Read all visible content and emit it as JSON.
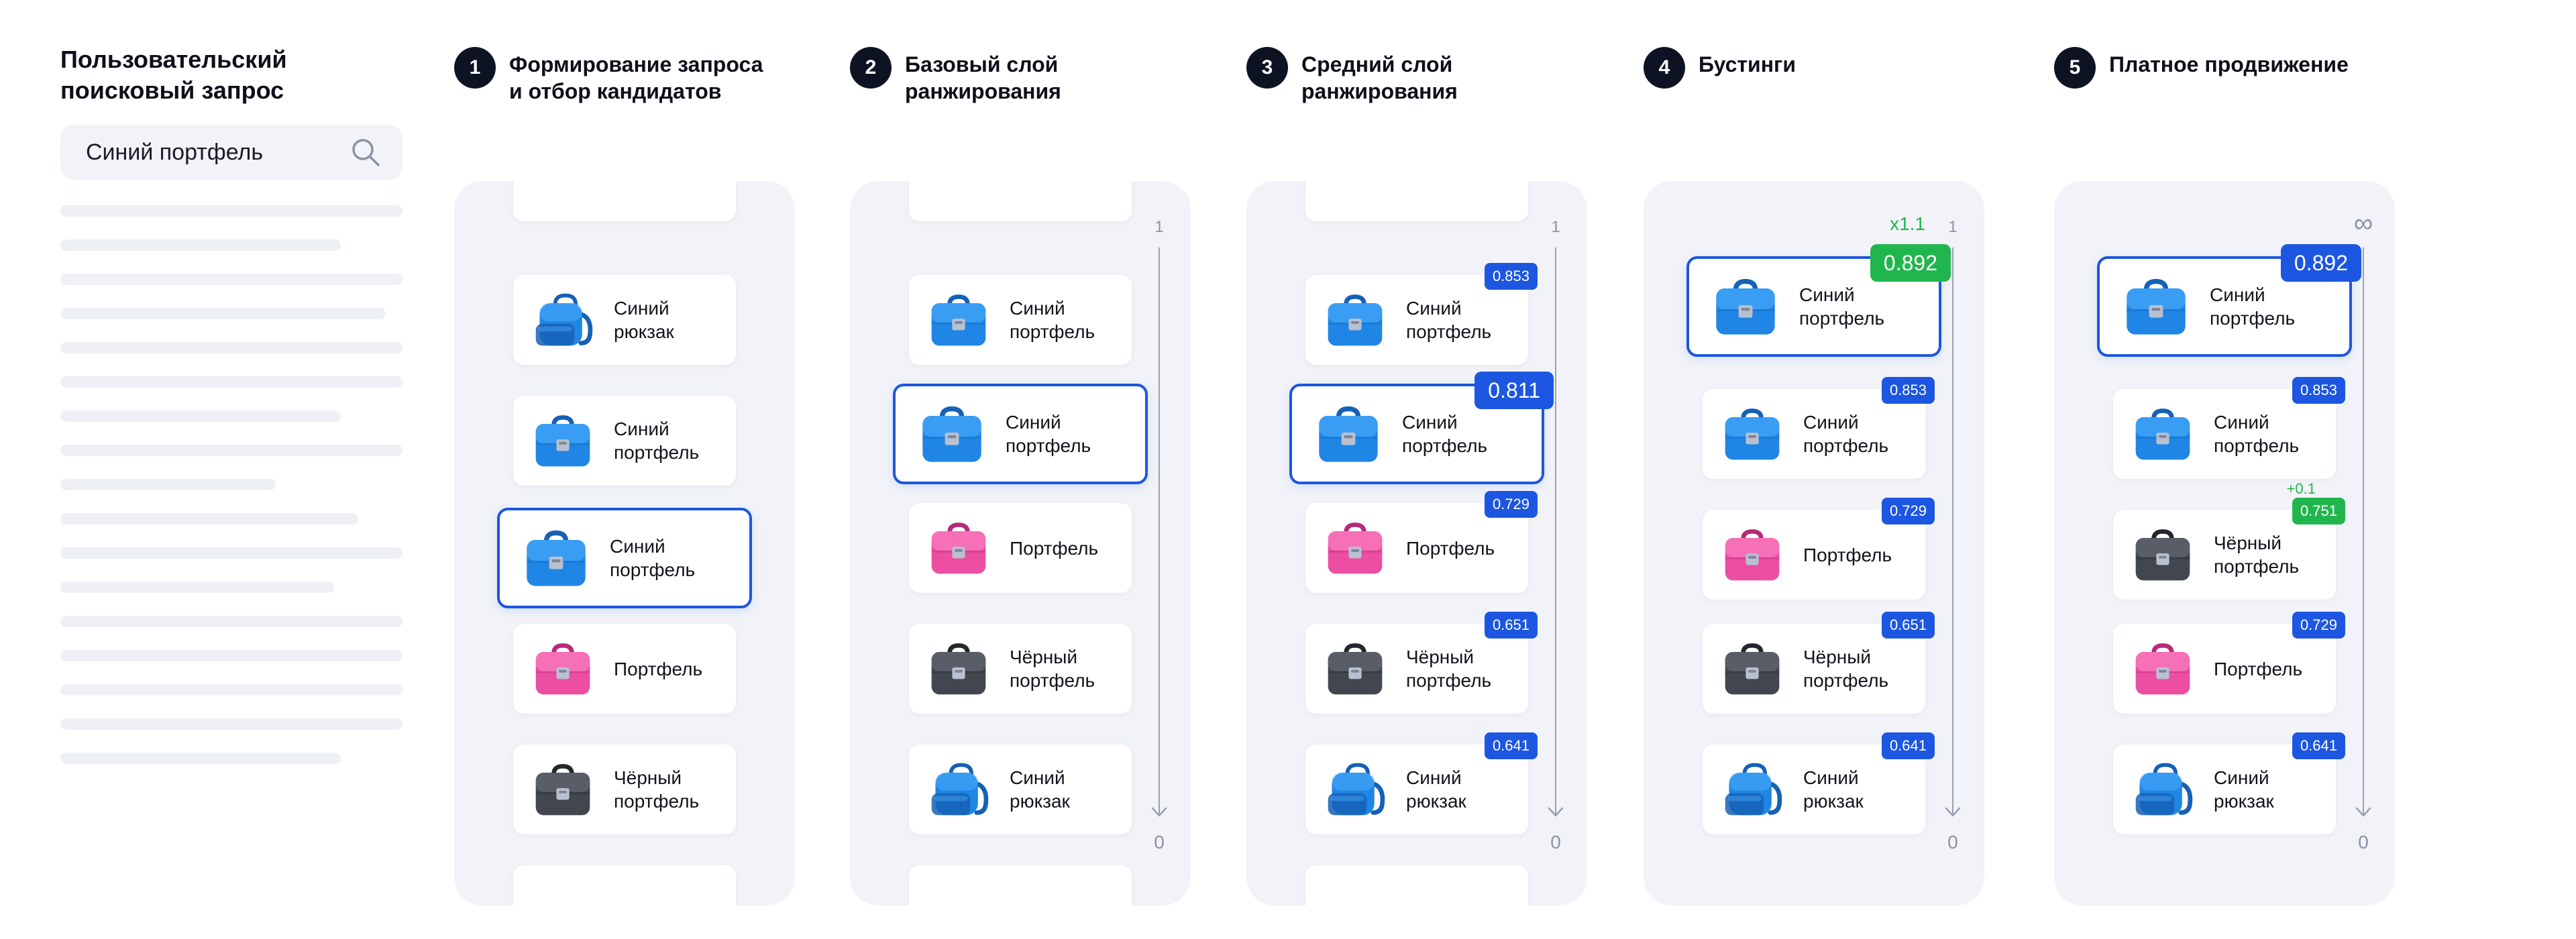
{
  "user_query": {
    "title": "Пользовательский поисковый запрос",
    "search_value": "Синий портфель"
  },
  "colors": {
    "accent_blue": "#1d56e0",
    "accent_green": "#21b64d",
    "column_bg": "#f1f3f8"
  },
  "stages": [
    {
      "num": "1",
      "title": "Формирование запроса\nи отбор кандидатов",
      "axis": null,
      "cards": [
        {
          "label": "Синий рюкзак",
          "icon": "backpack-blue"
        },
        {
          "label": "Синий портфель",
          "icon": "briefcase-blue"
        },
        {
          "label": "Синий портфель",
          "icon": "briefcase-blue",
          "highlight": true
        },
        {
          "label": "Портфель",
          "icon": "briefcase-pink"
        },
        {
          "label": "Чёрный портфель",
          "icon": "briefcase-black"
        }
      ]
    },
    {
      "num": "2",
      "title": "Базовый слой\nранжирования",
      "axis": {
        "top": "1",
        "bottom": "0"
      },
      "cards": [
        {
          "label": "Синий портфель",
          "icon": "briefcase-blue"
        },
        {
          "label": "Синий портфель",
          "icon": "briefcase-blue",
          "highlight": true
        },
        {
          "label": "Портфель",
          "icon": "briefcase-pink"
        },
        {
          "label": "Чёрный портфель",
          "icon": "briefcase-black"
        },
        {
          "label": "Синий рюкзак",
          "icon": "backpack-blue"
        }
      ]
    },
    {
      "num": "3",
      "title": "Средний слой\nранжирования",
      "axis": {
        "top": "1",
        "bottom": "0"
      },
      "cards": [
        {
          "label": "Синий портфель",
          "icon": "briefcase-blue",
          "score": "0.853"
        },
        {
          "label": "Синий портфель",
          "icon": "briefcase-blue",
          "highlight": true,
          "score": "0.811"
        },
        {
          "label": "Портфель",
          "icon": "briefcase-pink",
          "score": "0.729"
        },
        {
          "label": "Чёрный портфель",
          "icon": "briefcase-black",
          "score": "0.651"
        },
        {
          "label": "Синий рюкзак",
          "icon": "backpack-blue",
          "score": "0.641"
        }
      ]
    },
    {
      "num": "4",
      "title": "Бустинги",
      "axis": {
        "top": "1",
        "bottom": "0"
      },
      "multiplier": "x1.1",
      "cards": [
        {
          "label": "Синий портфель",
          "icon": "briefcase-blue",
          "highlight": true,
          "score": "0.892",
          "badge_color": "green"
        },
        {
          "label": "Синий портфель",
          "icon": "briefcase-blue",
          "score": "0.853"
        },
        {
          "label": "Портфель",
          "icon": "briefcase-pink",
          "score": "0.729"
        },
        {
          "label": "Чёрный портфель",
          "icon": "briefcase-black",
          "score": "0.651"
        },
        {
          "label": "Синий рюкзак",
          "icon": "backpack-blue",
          "score": "0.641"
        }
      ]
    },
    {
      "num": "5",
      "title": "Платное продвижение",
      "axis": {
        "top": "∞",
        "bottom": "0"
      },
      "cards": [
        {
          "label": "Синий портфель",
          "icon": "briefcase-blue",
          "highlight": true,
          "score": "0.892"
        },
        {
          "label": "Синий портфель",
          "icon": "briefcase-blue",
          "score": "0.853"
        },
        {
          "label": "Чёрный портфель",
          "icon": "briefcase-black",
          "score": "0.751",
          "badge_color": "green",
          "delta": "+0.1"
        },
        {
          "label": "Портфель",
          "icon": "briefcase-pink",
          "score": "0.729"
        },
        {
          "label": "Синий рюкзак",
          "icon": "backpack-blue",
          "score": "0.641"
        }
      ]
    }
  ]
}
